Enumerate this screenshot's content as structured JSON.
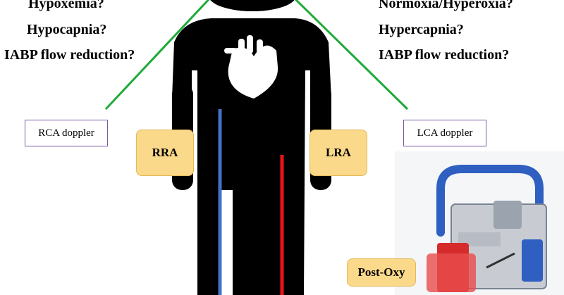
{
  "left_questions": [
    "Hypoxemia?",
    "Hypocapnia?",
    "IABP flow reduction?"
  ],
  "right_questions": [
    "Normoxia/Hyperoxia?",
    "Hypercapnia?",
    "IABP flow reduction?"
  ],
  "labels": {
    "rca_doppler": "RCA doppler",
    "lca_doppler": "LCA doppler",
    "rra": "RRA",
    "lra": "LRA",
    "post_oxy": "Post-Oxy"
  },
  "colors": {
    "arrow": "#1faa3a",
    "venous_cannula": "#4472c4",
    "arterial_cannula": "#e8141b",
    "badge_fill": "#fbd98a",
    "doppler_border": "#7a5aa6",
    "silhouette": "#000000"
  },
  "icons": [
    "human-silhouette-icon",
    "heart-icon",
    "ecmo-device-icon"
  ]
}
